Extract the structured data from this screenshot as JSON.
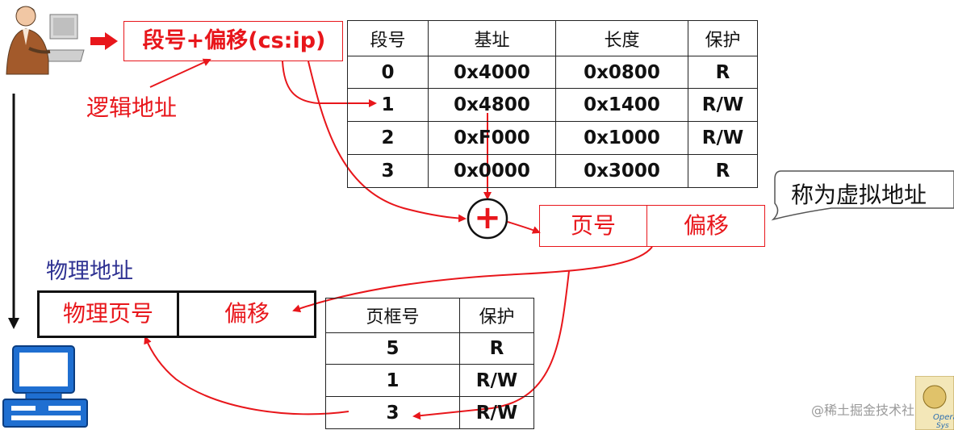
{
  "logical_address_box": "段号+偏移(cs:ip)",
  "logical_address_label": "逻辑地址",
  "virtual_address_callout": "称为虚拟地址",
  "linear_address": {
    "page_no": "页号",
    "offset": "偏移"
  },
  "physical_address_label": "物理地址",
  "physical_address": {
    "page_no": "物理页号",
    "offset": "偏移"
  },
  "segment_table": {
    "headers": [
      "段号",
      "基址",
      "长度",
      "保护"
    ],
    "rows": [
      [
        "0",
        "0x4000",
        "0x0800",
        "R"
      ],
      [
        "1",
        "0x4800",
        "0x1400",
        "R/W"
      ],
      [
        "2",
        "0xF000",
        "0x1000",
        "R/W"
      ],
      [
        "3",
        "0x0000",
        "0x3000",
        "R"
      ]
    ]
  },
  "page_table": {
    "headers": [
      "页框号",
      "保护"
    ],
    "rows": [
      [
        "5",
        "R"
      ],
      [
        "1",
        "R/W"
      ],
      [
        "3",
        "R/W"
      ]
    ]
  },
  "plus_symbol": "+",
  "watermark": "@稀土掘金技术社区",
  "colors": {
    "accent_red": "#e8161b",
    "physical_label_blue": "#2e3192"
  },
  "icons": [
    "user-at-computer-icon",
    "desktop-computer-icon",
    "os-book-logo-icon"
  ]
}
